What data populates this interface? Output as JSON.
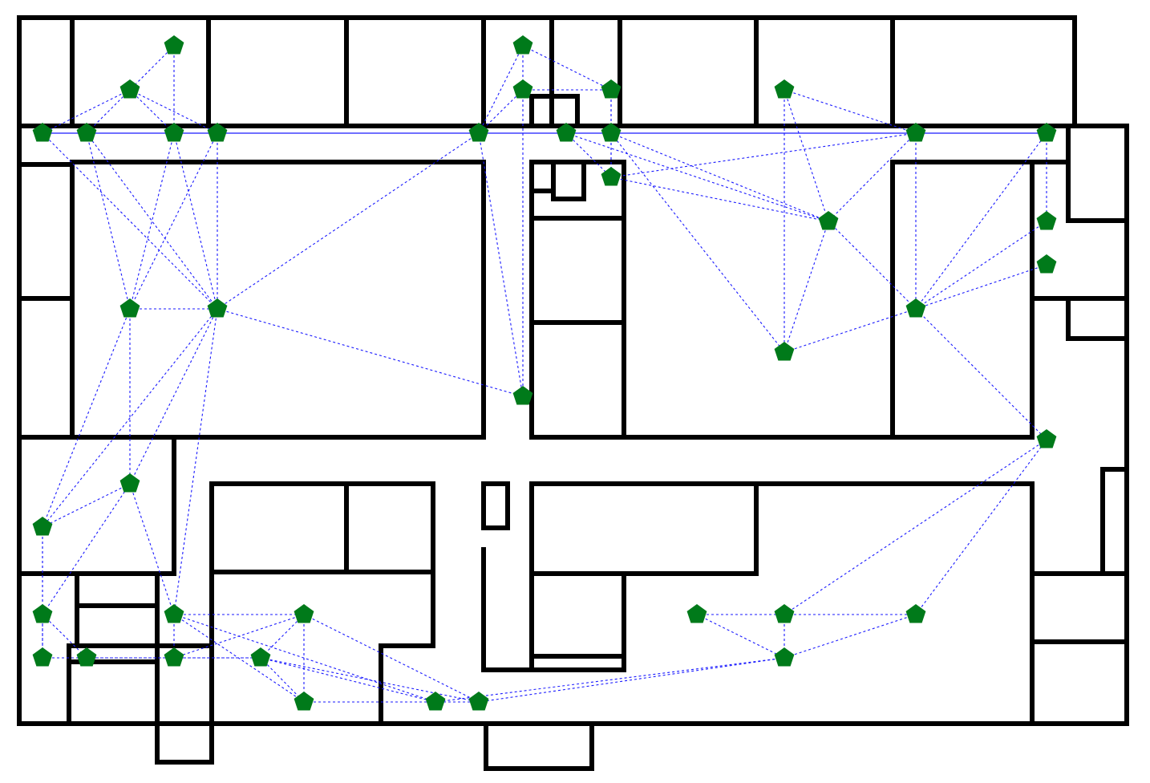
{
  "diagram": {
    "type": "floor-plan-navigation-graph",
    "colors": {
      "wall": "#000000",
      "node": "#007a1a",
      "edge": "#1a1aff",
      "background": "#ffffff"
    },
    "node_marker": "pentagon",
    "edge_style": "dashed",
    "node_count": 42
  }
}
